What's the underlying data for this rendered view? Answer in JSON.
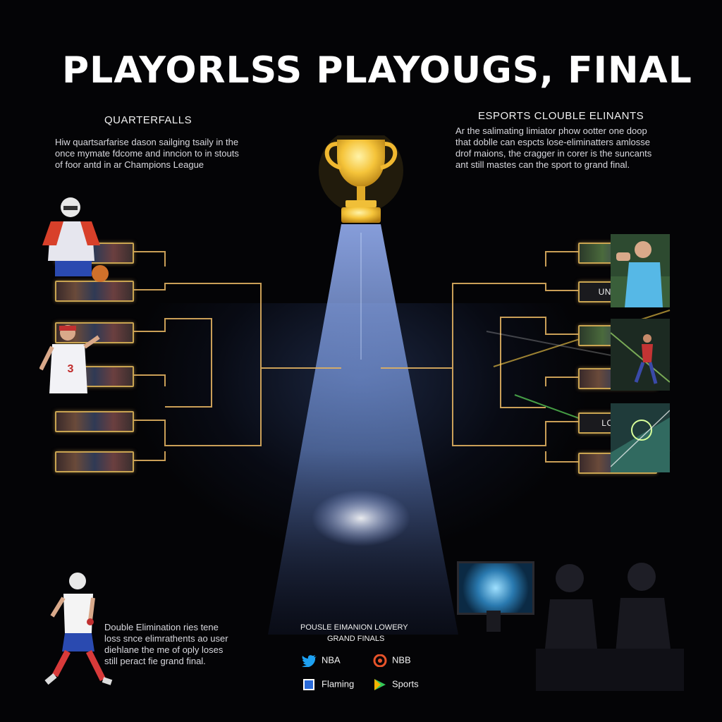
{
  "title": "PLAYORLSS PLAYOUGS, FINAL",
  "left_panel": {
    "heading": "QUARTERFALLS",
    "lines": [
      "Hiw quartsarfarise dason sailging tsaily in the",
      "once mymate fdcome and inncion to in stouts",
      "of foor antd in ar Champions League"
    ]
  },
  "right_panel": {
    "heading": "ESPORTS CLOUBLE ELINANTS",
    "lines": [
      "Ar the salimating limiator phow ootter one doop",
      "that doblle can espcts lose-eliminatters amlosse",
      "drof maions, the cragger in corer is the suncants",
      "ant still mastes can the sport to grand final."
    ]
  },
  "bracket_labels": {
    "unfaiae": "UNFAIAE",
    "lowae": "LOWAE"
  },
  "bottom_left": {
    "lines": [
      "Double Elimination ries tene",
      "loss snce elimrathents ao user",
      "diehlane the me of oply loses",
      "still peract fie grand final."
    ]
  },
  "bottom_center": {
    "line1": "POUSLE EIMANION LOWERY",
    "line2": "GRAND FINALS"
  },
  "social": [
    {
      "icon": "twitter-bird-icon",
      "label": "NBA"
    },
    {
      "icon": "swirl-logo-icon",
      "label": "NBB"
    },
    {
      "icon": "blue-square-icon",
      "label": "Flaming"
    },
    {
      "icon": "play-triangle-icon",
      "label": "Sports"
    }
  ],
  "colors": {
    "background": "#040406",
    "bracket_line": "#e0b060",
    "trophy_gold": "#f5c43a",
    "beam": "#a8c4ff"
  }
}
